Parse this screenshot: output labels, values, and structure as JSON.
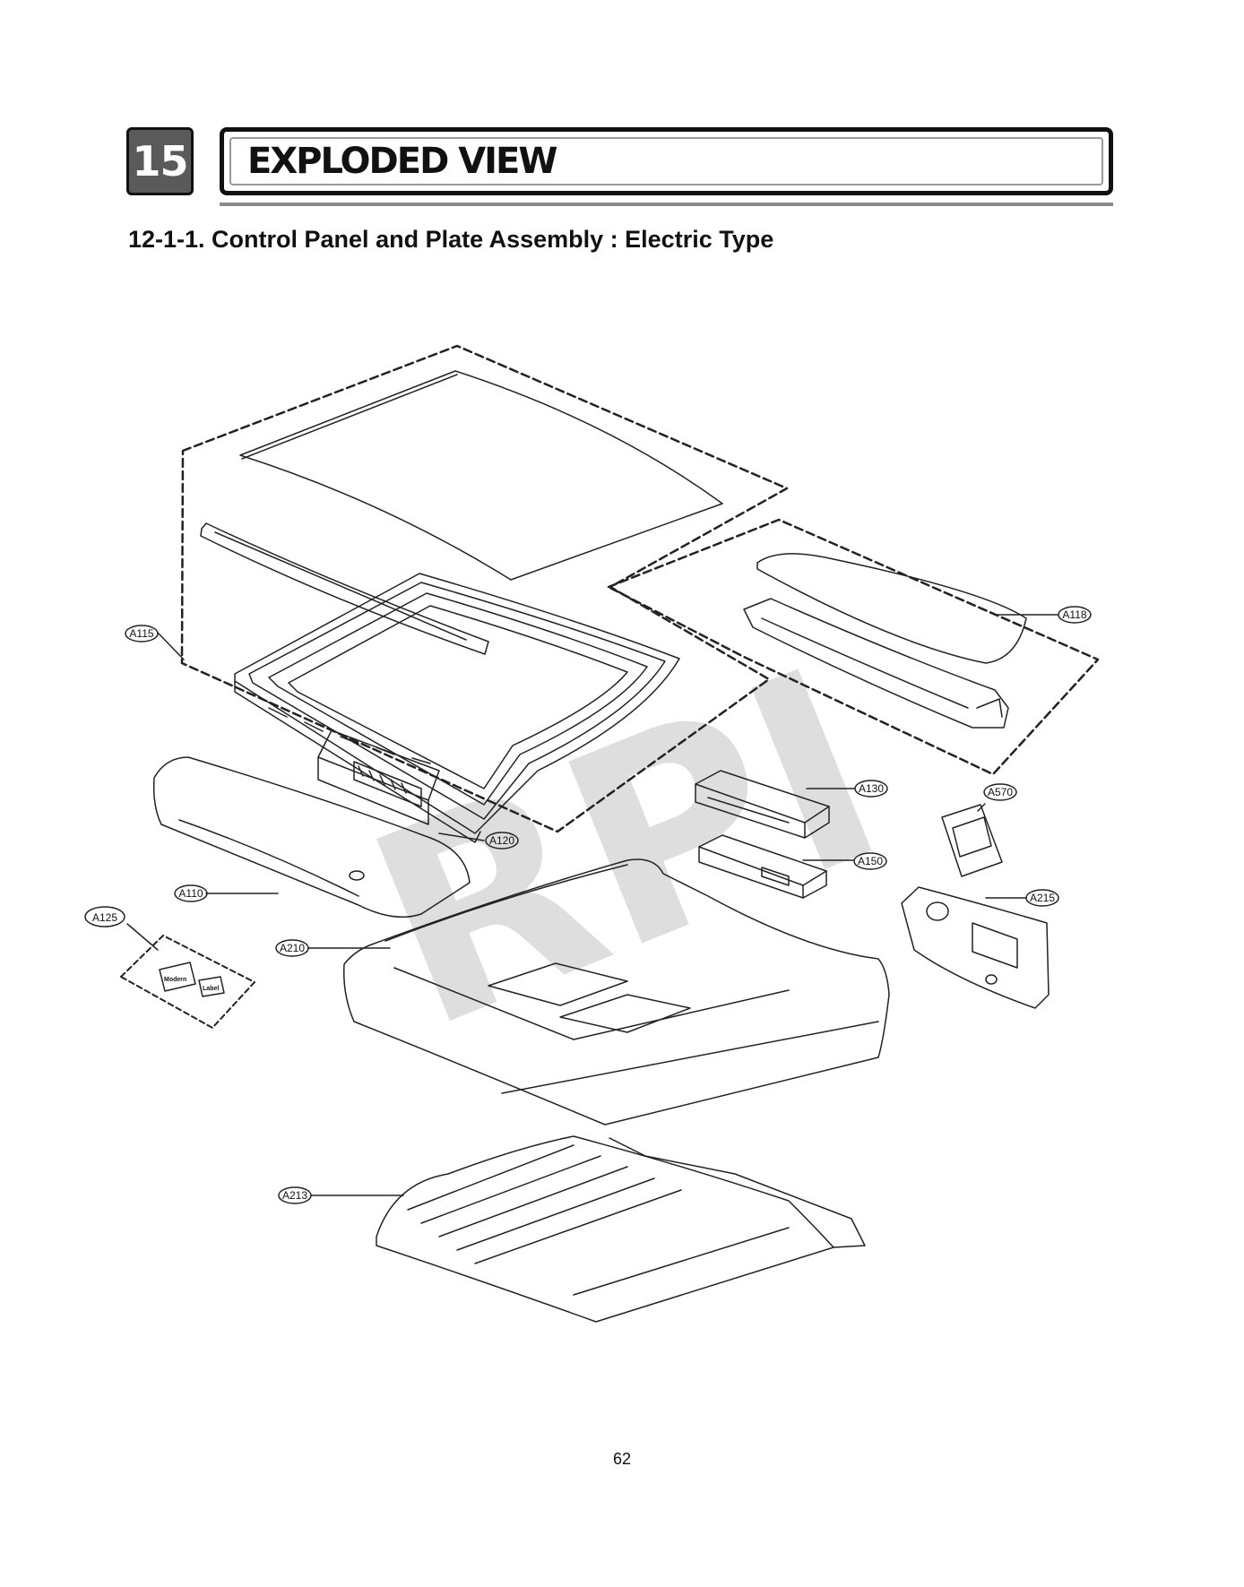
{
  "header": {
    "section_number": "15",
    "title": "EXPLODED VIEW"
  },
  "subtitle": "12-1-1. Control Panel and Plate Assembly : Electric Type",
  "watermark": "RPI",
  "callouts": {
    "a115": "A115",
    "a118": "A118",
    "a120": "A120",
    "a130": "A130",
    "a570": "A570",
    "a150": "A150",
    "a110": "A110",
    "a215": "A215",
    "a125": "A125",
    "a210": "A210",
    "a213": "A213"
  },
  "labels": {
    "modern": "Modern",
    "label": "Label"
  },
  "page_number": "62"
}
